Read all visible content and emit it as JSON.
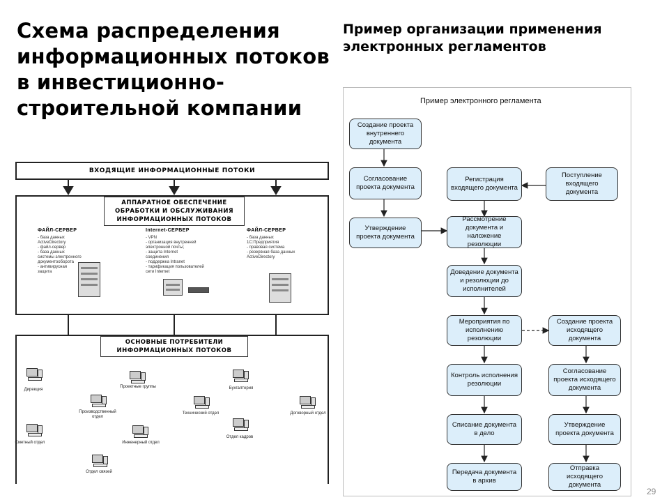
{
  "slide": {
    "left_title": "Схема распределения информационных потоков в инвестиционно-строительной компании",
    "right_title": "Пример организации применения электронных регламентов",
    "page_number": "29"
  },
  "scheme": {
    "incoming_bar": "ВХОДЯЩИЕ ИНФОРМАЦИОННЫЕ ПОТОКИ",
    "hardware_title": "АППАРАТНОЕ ОБЕСПЕЧЕНИЕ ОБРАБОТКИ И ОБСЛУЖИВАНИЯ ИНФОРМАЦИОННЫХ ПОТОКОВ",
    "servers": [
      {
        "title": "ФАЙЛ-СЕРВЕР",
        "items": "- база данных\nActiveDirectory\n- файл-сервер\n- база данных\nсистемы электронного\nдокументооборота\n- антивирусная\nзащита"
      },
      {
        "title": "Internet-СЕРВЕР",
        "items": "- VPN\n- организация внутренней\nэлектронной почты;\n- защита Internet\nсоединения\n- поддержка Intranet\n- тарификация пользователей\nсети Internet"
      },
      {
        "title": "ФАЙЛ-СЕРВЕР",
        "items": "- база данных\n1С:Предприятия\n- правовая система\n- резервная база данных\nActiveDirectory"
      }
    ],
    "consumers_title": "ОСНОВНЫЕ ПОТРЕБИТЕЛИ ИНФОРМАЦИОННЫХ ПОТОКОВ",
    "consumers": {
      "direction": "Дирекция",
      "project_groups": "Проектные группы",
      "accounting": "Бухгалтерия",
      "production": "Производственный отдел",
      "technical": "Технический отдел",
      "contract": "Договорный отдел",
      "estimate": "Сметный отдел",
      "engineering": "Инженерный отдел",
      "hr": "Отдел кадров",
      "comms": "Отдел связей"
    }
  },
  "flow": {
    "title": "Пример электронного регламента",
    "boxes": {
      "create_internal": "Создание проекта внутреннего документа",
      "approve_draft": "Согласование проекта документа",
      "confirm_draft": "Утверждение проекта документа",
      "register_incoming": "Регистрация входящего документа",
      "receive_incoming": "Поступление входящего документа",
      "review": "Рассмотрение документа и наложение резолюции",
      "deliver": "Доведение документа и резолюции до исполнителей",
      "measures": "Мероприятия по исполнению резолюции",
      "create_outgoing": "Создание проекта исходящего документа",
      "control": "Контроль исполнения резолюции",
      "approve_outgoing": "Согласование проекта исходящего документа",
      "writeoff": "Списание документа в дело",
      "confirm_outgoing": "Утверждение проекта документа",
      "archive": "Передача документа в архив",
      "send_outgoing": "Отправка исходящего документа"
    }
  }
}
